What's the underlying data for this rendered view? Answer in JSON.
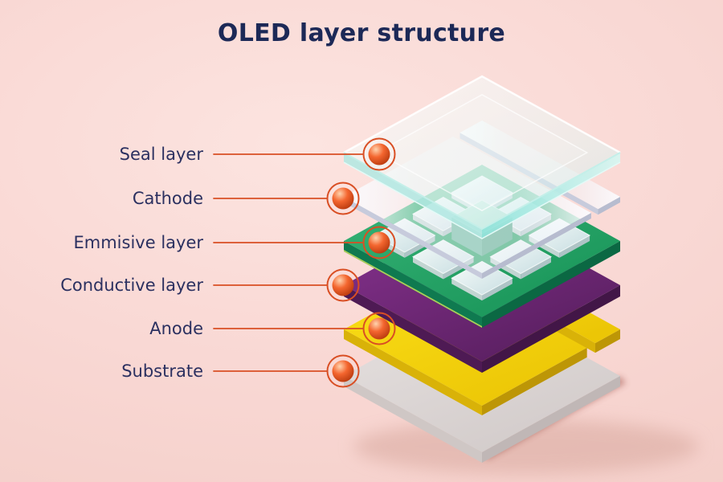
{
  "title": "OLED layer structure",
  "layers": [
    {
      "label": "Seal layer",
      "color": "#cdeeea"
    },
    {
      "label": "Cathode",
      "color": "#f4f6fa"
    },
    {
      "label": "Emmisive layer",
      "color": "#23a263"
    },
    {
      "label": "Conductive layer",
      "color": "#6f2a78"
    },
    {
      "label": "Anode",
      "color": "#f6d90a"
    },
    {
      "label": "Substrate",
      "color": "#d9d2d1"
    }
  ],
  "colors": {
    "background_pink": "#f9d8d4",
    "title_navy": "#1c2957",
    "label_navy": "#2b3060",
    "accent_orange": "#d94f24",
    "marker_ball_orange": "#f4662f"
  }
}
